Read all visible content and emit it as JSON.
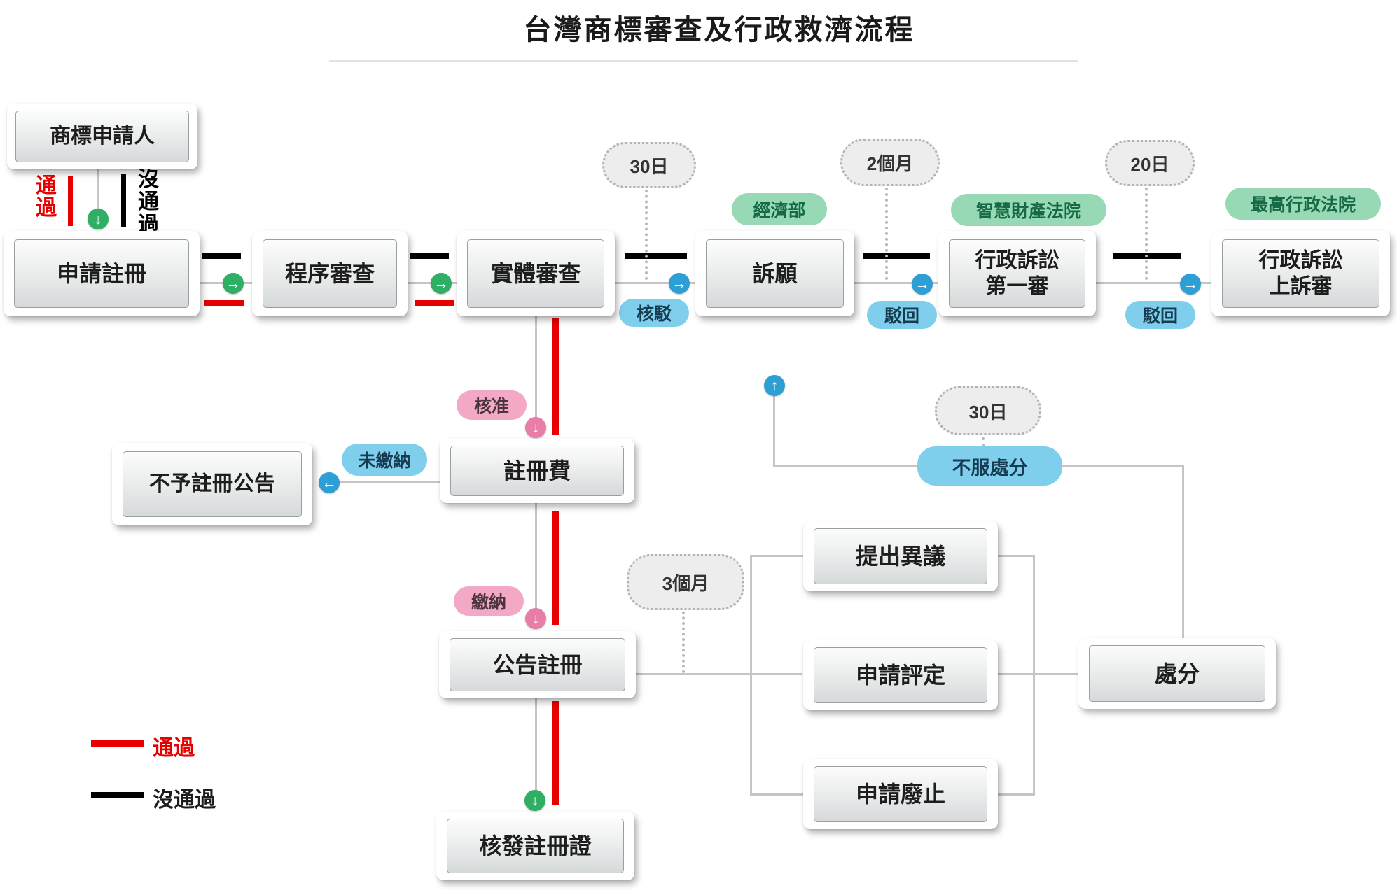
{
  "title": "台灣商標審查及行政救濟流程",
  "flow_labels": {
    "pass_vertical": "通過",
    "fail_vertical": "沒通過"
  },
  "legend": {
    "pass": "通過",
    "fail": "沒通過"
  },
  "nodes": {
    "applicant": "商標申請人",
    "apply": "申請註冊",
    "procedural_exam": "程序審查",
    "substantive_exam": "實體審查",
    "appeal": "訴願",
    "admin_lit_first": "行政訴訟\n第一審",
    "admin_lit_appeal": "行政訴訟\n上訴審",
    "no_registration_notice": "不予註冊公告",
    "registration_fee": "註冊費",
    "publish_registration": "公告註冊",
    "issue_certificate": "核發註冊證",
    "opposition": "提出異議",
    "invalidation": "申請評定",
    "revocation": "申請廢止",
    "disposition": "處分"
  },
  "authorities": {
    "moea": "經濟部",
    "ip_court": "智慧財產法院",
    "supreme_admin_court": "最高行政法院"
  },
  "status_pills": {
    "rejection": "核駁",
    "dismissal_1": "駁回",
    "dismissal_2": "駁回",
    "unpaid": "未繳納",
    "objection": "不服處分",
    "approval": "核准",
    "payment": "繳納"
  },
  "durations": {
    "days30_top": "30日",
    "months2": "2個月",
    "days20": "20日",
    "days30_mid": "30日",
    "months3": "3個月"
  },
  "icons": {
    "arrow_right": "→",
    "arrow_left": "←",
    "arrow_up": "↑",
    "arrow_down": "↓"
  },
  "colors": {
    "pass": "#e60000",
    "fail": "#000000",
    "authority_green": "#97d9b5",
    "status_blue": "#7fcfec",
    "status_pink": "#f3a8c5"
  }
}
